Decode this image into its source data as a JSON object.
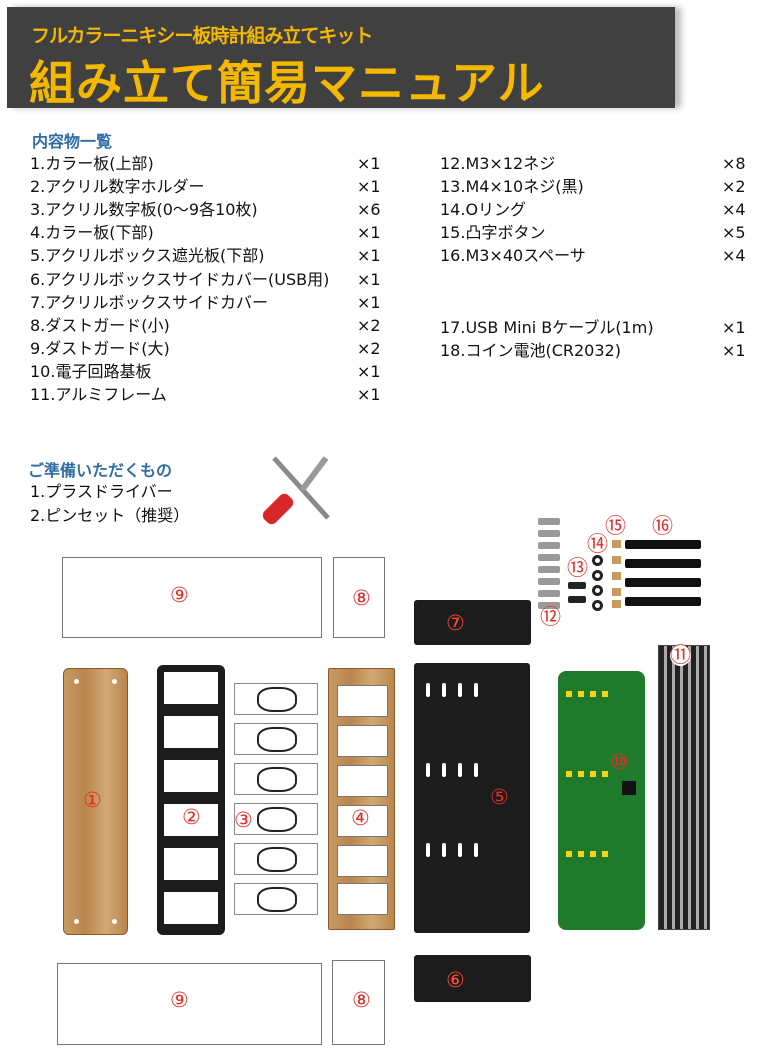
{
  "header": {
    "subtitle": "フルカラーニキシー板時計組み立てキット",
    "title": "組み立て簡易マニュアル"
  },
  "contents": {
    "heading": "内容物一覧",
    "items": [
      {
        "label": " 1.カラー板(上部)",
        "qty": "×1"
      },
      {
        "label": " 2.アクリル数字ホルダー",
        "qty": "×1"
      },
      {
        "label": " 3.アクリル数字板(0～9各10枚)",
        "qty": "×6"
      },
      {
        "label": " 4.カラー板(下部)",
        "qty": "×1"
      },
      {
        "label": " 5.アクリルボックス遮光板(下部)",
        "qty": "×1"
      },
      {
        "label": " 6.アクリルボックスサイドカバー(USB用)",
        "qty": "×1"
      },
      {
        "label": " 7.アクリルボックスサイドカバー",
        "qty": "×1"
      },
      {
        "label": " 8.ダストガード(小)",
        "qty": "×2"
      },
      {
        "label": " 9.ダストガード(大)",
        "qty": "×2"
      },
      {
        "label": "10.電子回路基板",
        "qty": "×1"
      },
      {
        "label": "11.アルミフレーム",
        "qty": "×1"
      },
      {
        "label": "12.M3×12ネジ",
        "qty": "×8"
      },
      {
        "label": "13.M4×10ネジ(黒)",
        "qty": "×2"
      },
      {
        "label": "14.Oリング",
        "qty": "×4"
      },
      {
        "label": "15.凸字ボタン",
        "qty": "×5"
      },
      {
        "label": "16.M3×40スペーサ",
        "qty": "×4"
      },
      {
        "label": "17.USB Mini Bケーブル(1m)",
        "qty": "×1"
      },
      {
        "label": "18.コイン電池(CR2032)",
        "qty": "×1"
      }
    ]
  },
  "prepare": {
    "heading": "ご準備いただくもの",
    "items": [
      "1.プラスドライバー",
      "2.ピンセット（推奨）"
    ]
  },
  "parts": {
    "p1": "①",
    "p2": "②",
    "p3": "③",
    "p4": "④",
    "p5": "⑤",
    "p6": "⑥",
    "p7": "⑦",
    "p8": "⑧",
    "p9": "⑨",
    "p10": "⑩",
    "p11": "⑪",
    "p12": "⑫",
    "p13": "⑬",
    "p14": "⑭",
    "p15": "⑮",
    "p16": "⑯"
  },
  "colors": {
    "banner": "#404040",
    "title": "#f5b800",
    "heading": "#2f6da5",
    "part_label": "#e0302a"
  }
}
